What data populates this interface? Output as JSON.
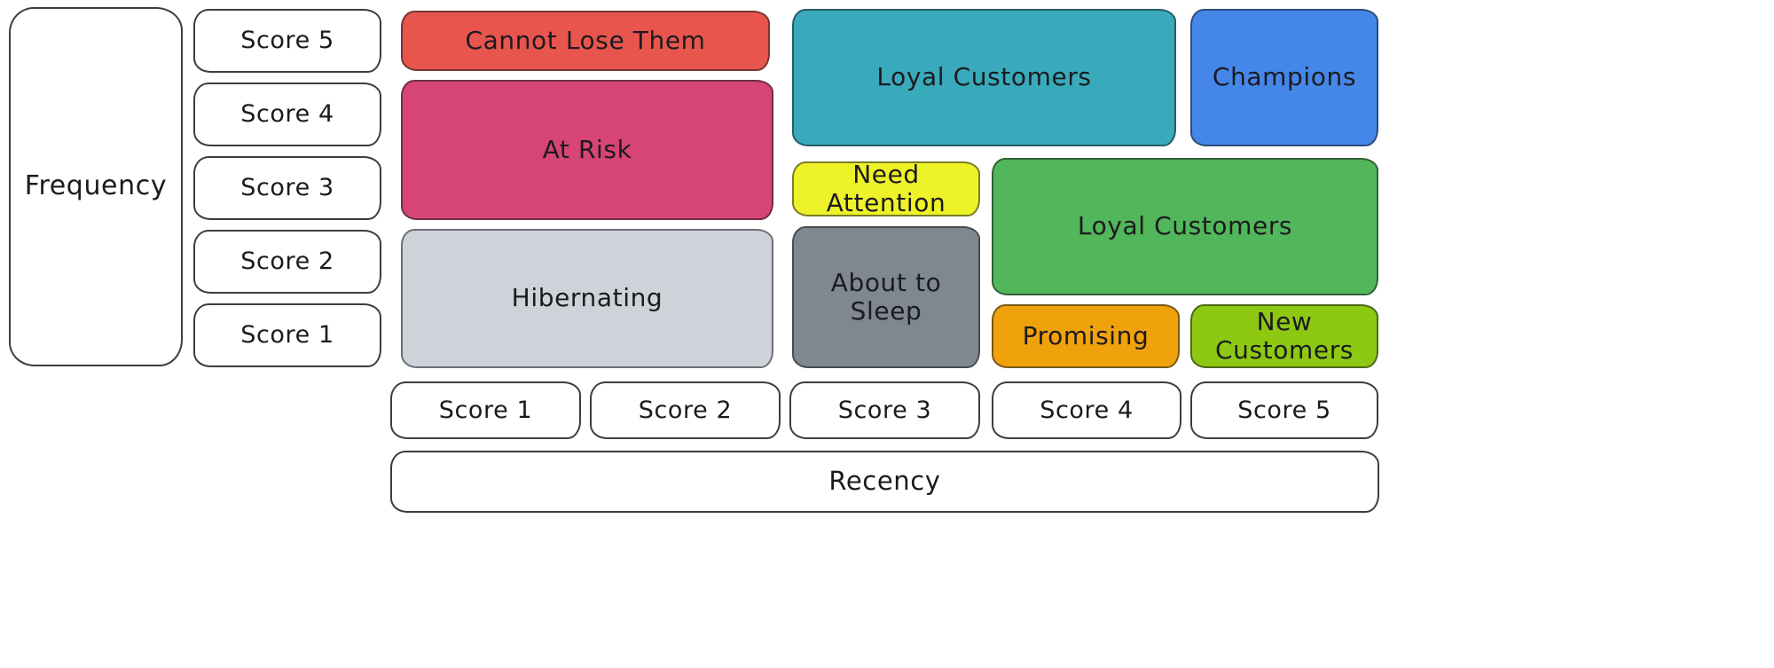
{
  "diagram": {
    "type": "rfm-segmentation-grid",
    "frequency_axis": {
      "label": "Frequency",
      "scores": [
        "Score 5",
        "Score 4",
        "Score 3",
        "Score 2",
        "Score 1"
      ]
    },
    "recency_axis": {
      "label": "Recency",
      "scores": [
        "Score 1",
        "Score 2",
        "Score 3",
        "Score 4",
        "Score 5"
      ]
    },
    "segments": [
      {
        "label": "Cannot Lose Them",
        "color": "#e8554d"
      },
      {
        "label": "At Risk",
        "color": "#d64573"
      },
      {
        "label": "Hibernating",
        "color": "#ced3da"
      },
      {
        "label": "Loyal Customers",
        "color": "#39aabb"
      },
      {
        "label": "Champions",
        "color": "#4487e9"
      },
      {
        "label": "Need Attention",
        "color": "#eef229"
      },
      {
        "label": "Loyal Customers",
        "color": "#52b65a"
      },
      {
        "label": "About to Sleep",
        "color": "#7f878f"
      },
      {
        "label": "Promising",
        "color": "#f0a20c"
      },
      {
        "label": "New Customers",
        "color": "#8dc812"
      }
    ]
  }
}
